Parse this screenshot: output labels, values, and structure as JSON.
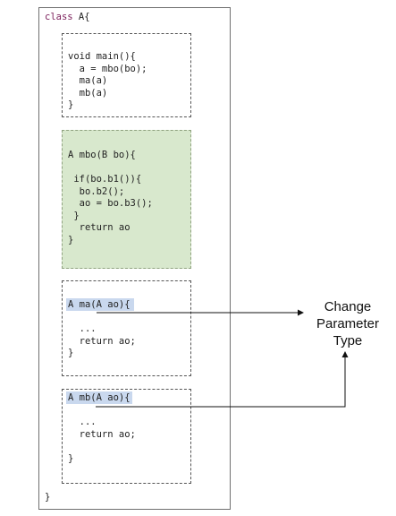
{
  "class_open_keyword": "class",
  "class_open_name": " A{",
  "class_close": "}",
  "main_block": {
    "lines": [
      "void main(){",
      "  a = mbo(bo);",
      "  ma(a)",
      "  mb(a)",
      "}"
    ]
  },
  "mbo_block": {
    "lines": [
      "A mbo(B bo){",
      "",
      " if(bo.b1()){",
      "  bo.b2();",
      "  ao = bo.b3();",
      " }",
      "  return ao",
      "}"
    ]
  },
  "ma_block": {
    "signature": "A ma(A ao){",
    "lines": [
      "",
      "  ...",
      "  return ao;",
      "}"
    ]
  },
  "mb_block": {
    "signature": "A mb(A ao){",
    "lines": [
      "",
      "  ...",
      "  return ao;",
      "",
      "}"
    ]
  },
  "annotation": {
    "line1": "Change",
    "line2": "Parameter",
    "line3": "Type"
  }
}
